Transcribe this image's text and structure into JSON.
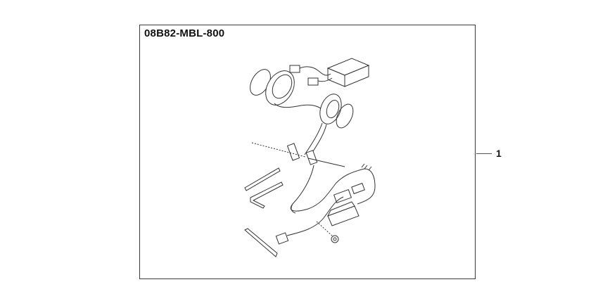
{
  "diagram": {
    "part_number": "08B82-MBL-800",
    "callouts": [
      {
        "label": "1"
      }
    ],
    "components": [
      "control-box",
      "connector-plugs",
      "speaker-left",
      "speaker-right",
      "speaker-ring-left",
      "speaker-ring-right",
      "microphone-boom",
      "coiled-cable",
      "inline-connector",
      "mounting-bracket",
      "velcro-strip",
      "hex-key",
      "adhesive-pad",
      "power-plug",
      "nut"
    ],
    "colors": {
      "line": "#3a3a3a",
      "text": "#111111",
      "background": "#ffffff"
    }
  }
}
